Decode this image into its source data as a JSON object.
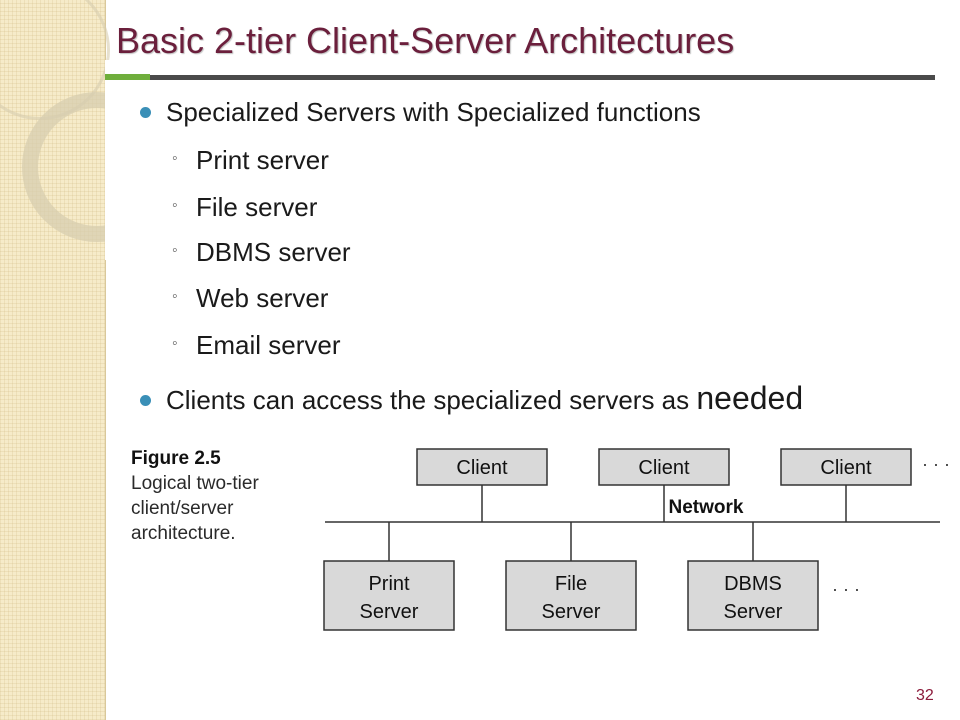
{
  "slide": {
    "title": "Basic 2-tier Client-Server Architectures",
    "page_number": "32"
  },
  "bullets": {
    "main1": "Specialized Servers with Specialized functions",
    "sub": [
      "Print server",
      "File server",
      "DBMS server",
      "Web server",
      "Email server"
    ],
    "main2_prefix": "Clients can access the specialized servers as ",
    "main2_emphasis": "needed"
  },
  "figure": {
    "caption_title": "Figure 2.5",
    "caption_lines": [
      "Logical two-tier",
      "client/server",
      "architecture."
    ],
    "network_label": "Network",
    "clients": [
      "Client",
      "Client",
      "Client"
    ],
    "servers": [
      {
        "line1": "Print",
        "line2": "Server"
      },
      {
        "line1": "File",
        "line2": "Server"
      },
      {
        "line1": "DBMS",
        "line2": "Server"
      }
    ],
    "ellipsis": "· · ·"
  },
  "colors": {
    "title": "#6b1f3c",
    "bullet": "#3a8fb7",
    "box_fill": "#d9d9d9",
    "page_number": "#8b1a3a"
  }
}
